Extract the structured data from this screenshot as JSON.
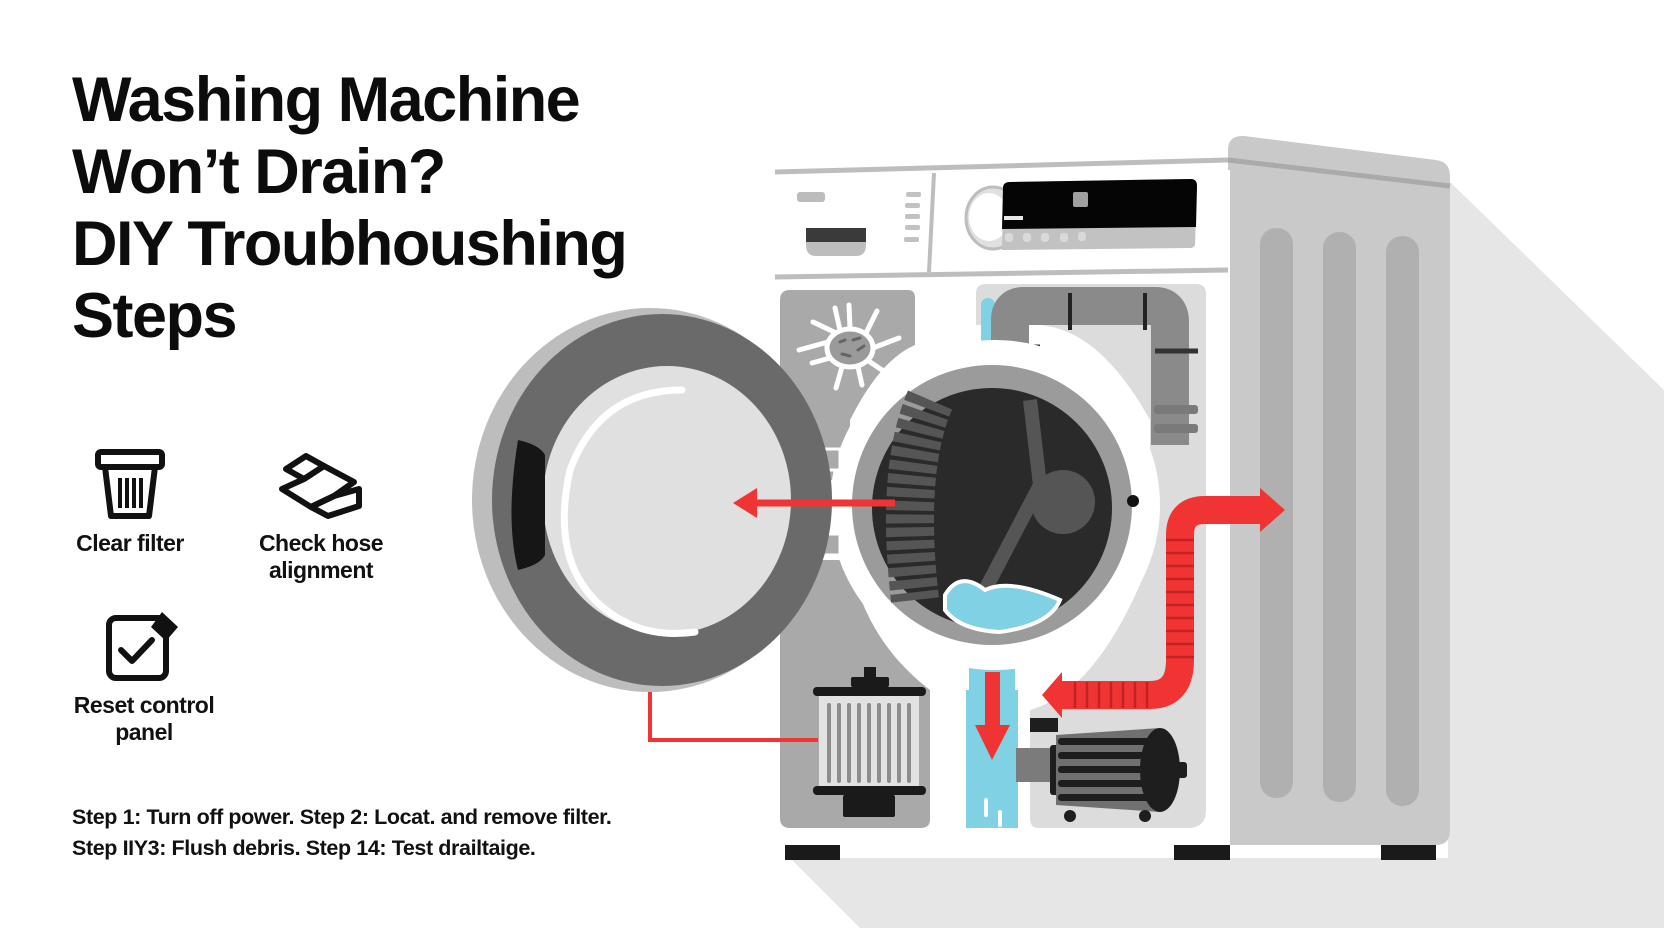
{
  "title": {
    "lines": [
      "Washing Machine",
      "Won’t Drain?",
      "DIY Troubhoushing",
      "Steps"
    ]
  },
  "tips": [
    {
      "icon": "trash-bin-icon",
      "label_lines": [
        "Clear filter"
      ]
    },
    {
      "icon": "box-hose-icon",
      "label_lines": [
        "Check hose",
        "alignment"
      ]
    },
    {
      "icon": "checkbox-reset-icon",
      "label_lines": [
        "Reset control",
        "panel"
      ]
    }
  ],
  "steps": {
    "lines": [
      "Step 1: Turn off power. Step 2: Locat. and remove filter.",
      "Step IIY3: Flush debris. Step 14: Test drailtaige."
    ]
  },
  "illustration": {
    "subject": "front-load washing machine cutaway",
    "parts": [
      "open-door",
      "control-panel",
      "dial-knob",
      "lcd-display",
      "lint-debris",
      "drum",
      "drain-pipe",
      "water-channel",
      "drain-filter",
      "drain-pump-motor",
      "corrugated-drain-hose",
      "side-panel",
      "feet"
    ],
    "colors": {
      "arrow_red": "#f03434",
      "water_blue": "#7fd1e3",
      "dark": "#1c1c1c",
      "door_ring": "#6a6a6a",
      "body_gray": "#a9a9a9",
      "side_panel": "#c8c8c8",
      "shadow": "#e6e6e6"
    }
  }
}
